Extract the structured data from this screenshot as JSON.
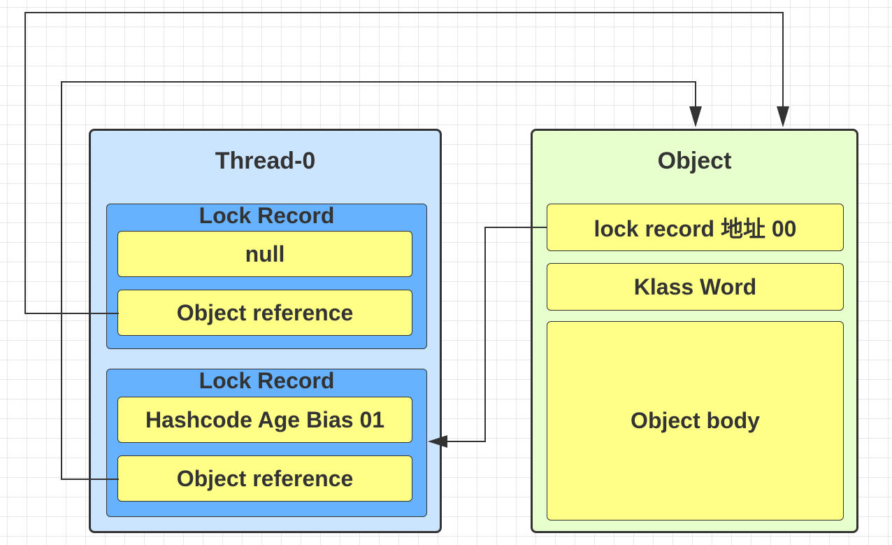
{
  "thread": {
    "title": "Thread-0",
    "lock_records": [
      {
        "title": "Lock Record",
        "fields": [
          "null",
          "Object reference"
        ]
      },
      {
        "title": "Lock Record",
        "fields": [
          "Hashcode Age Bias 01",
          "Object reference"
        ]
      }
    ]
  },
  "object": {
    "title": "Object",
    "fields": [
      "lock record 地址 00",
      "Klass Word",
      "Object body"
    ]
  },
  "colors": {
    "thread_fill": "#cce5ff",
    "lock_record_fill": "#66b2ff",
    "field_fill": "#ffff88",
    "object_fill": "#e6ffcc",
    "stroke": "#333333"
  }
}
